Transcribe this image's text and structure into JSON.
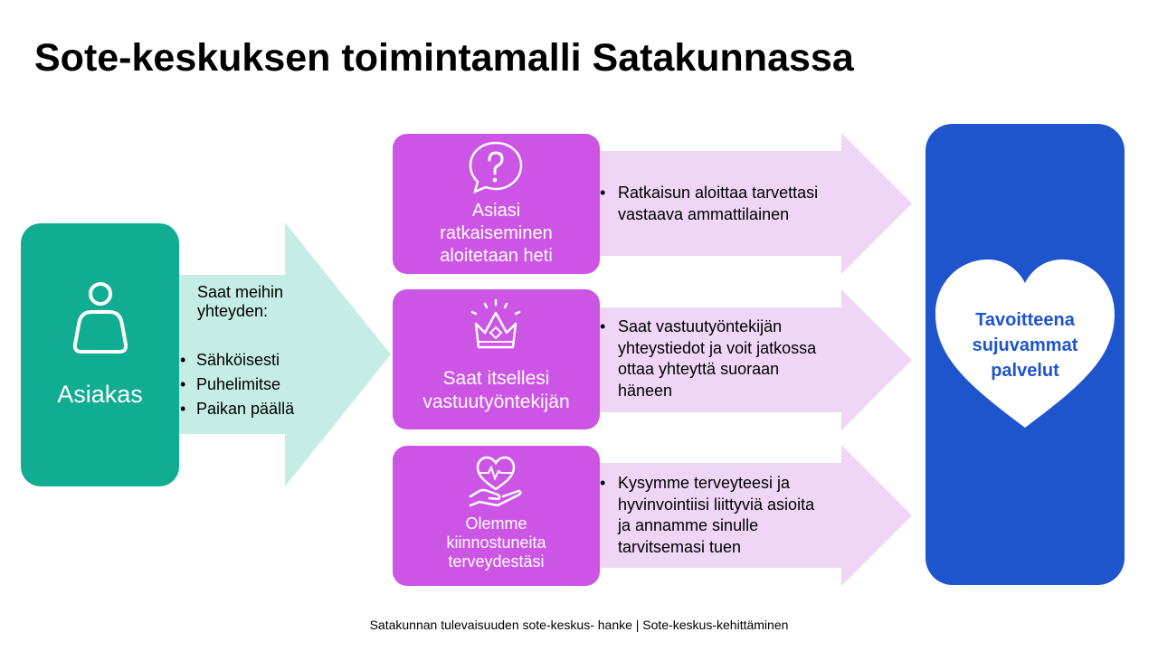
{
  "title": "Sote-keskuksen toimintamalli Satakunnassa",
  "colors": {
    "client": "#10ad93",
    "client_arrow": "#c5ede5",
    "step": "#cd55e5",
    "step_arrow": "#efd5f6",
    "goal": "#1e54cc"
  },
  "client": {
    "label": "Asiakas",
    "icon": "person-icon",
    "intro": "Saat meihin yhteyden:",
    "channels": [
      "Sähköisesti",
      "Puhelimitse",
      "Paikan päällä"
    ]
  },
  "steps": [
    {
      "icon": "question-bubble-icon",
      "label": [
        "Asiasi",
        "ratkaiseminen",
        "aloitetaan heti"
      ],
      "description": [
        "Ratkaisun aloittaa tarvettasi",
        "vastaava ammattilainen"
      ]
    },
    {
      "icon": "crown-icon",
      "label": [
        "Saat itsellesi",
        "vastuutyöntekijän"
      ],
      "description": [
        "Saat vastuutyöntekijän",
        "yhteystiedot ja voit jatkossa",
        "ottaa yhteyttä suoraan",
        "häneen"
      ]
    },
    {
      "icon": "heart-hand-icon",
      "label": [
        "Olemme",
        "kiinnostuneita",
        "terveydestäsi"
      ],
      "description": [
        "Kysymme terveyteesi ja",
        "hyvinvointiisi liittyviä asioita",
        "ja annamme sinulle",
        "tarvitsemasi tuen"
      ]
    }
  ],
  "goal": {
    "icon": "heart-icon",
    "lines": [
      "Tavoitteena",
      "sujuvammat",
      "palvelut"
    ]
  },
  "footer": "Satakunnan tulevaisuuden sote-keskus- hanke | Sote-keskus-kehittäminen"
}
